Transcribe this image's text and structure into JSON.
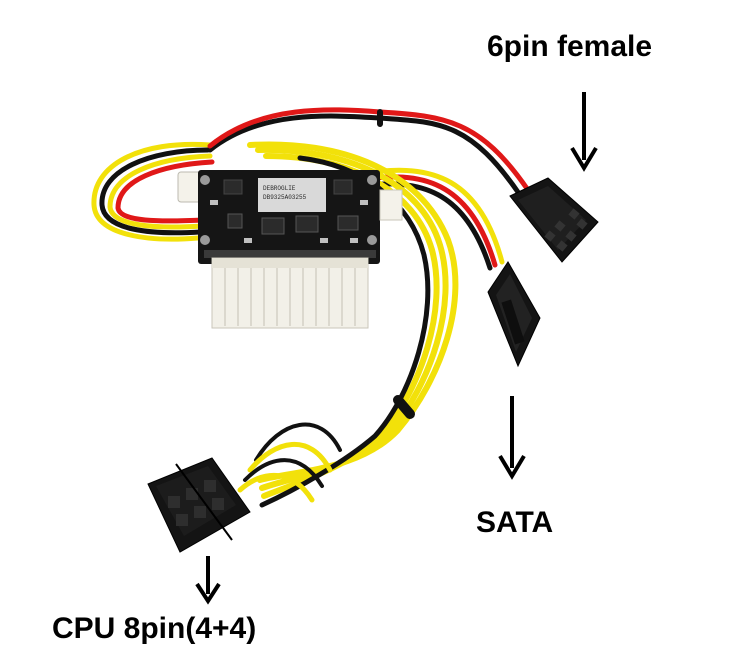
{
  "callouts": {
    "six_pin": "6pin female",
    "sata": "SATA",
    "cpu": "CPU 8pin(4+4)"
  },
  "board": {
    "chip_text_1": "DEBROGLIE",
    "chip_text_2": "DB9325A03255"
  },
  "colors": {
    "wire_red": "#e01818",
    "wire_yellow": "#f2e10a",
    "wire_black": "#111111",
    "connector_black": "#141414",
    "pcb": "#151515",
    "atx_connector": "#f2f0e8"
  }
}
